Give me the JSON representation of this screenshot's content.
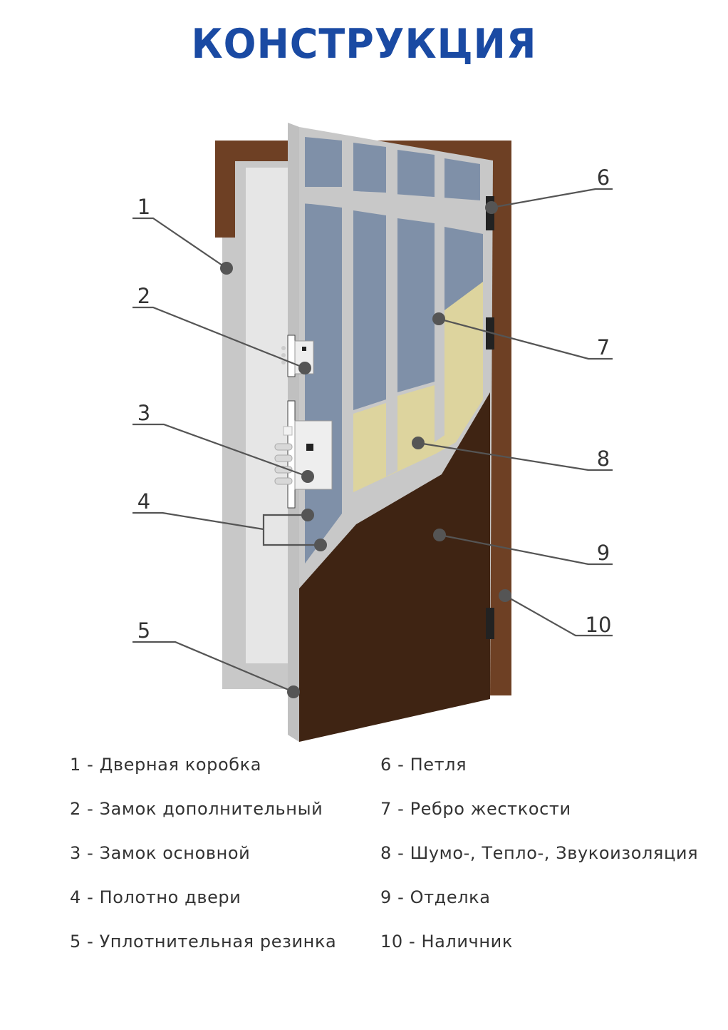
{
  "title": "КОНСТРУКЦИЯ",
  "colors": {
    "title": "#1a4aa3",
    "frame": "#6e4024",
    "steel": "#c8c8c8",
    "glass": "#7f90a8",
    "insulation": "#ddd49e",
    "finish": "#3f2413",
    "leader": "#555555"
  },
  "callouts": [
    {
      "id": "1",
      "label": "1"
    },
    {
      "id": "2",
      "label": "2"
    },
    {
      "id": "3",
      "label": "3"
    },
    {
      "id": "4",
      "label": "4"
    },
    {
      "id": "5",
      "label": "5"
    },
    {
      "id": "6",
      "label": "6"
    },
    {
      "id": "7",
      "label": "7"
    },
    {
      "id": "8",
      "label": "8"
    },
    {
      "id": "9",
      "label": "9"
    },
    {
      "id": "10",
      "label": "10"
    }
  ],
  "legend": {
    "left": [
      "1 - Дверная коробка",
      "2 - Замок дополнительный",
      "3 - Замок основной",
      "4 - Полотно двери",
      "5 - Уплотнительная резинка"
    ],
    "right": [
      "6 - Петля",
      "7 - Ребро жесткости",
      "8 - Шумо-, Тепло-, Звукоизоляция",
      "9 - Отделка",
      "10 - Наличник"
    ]
  }
}
